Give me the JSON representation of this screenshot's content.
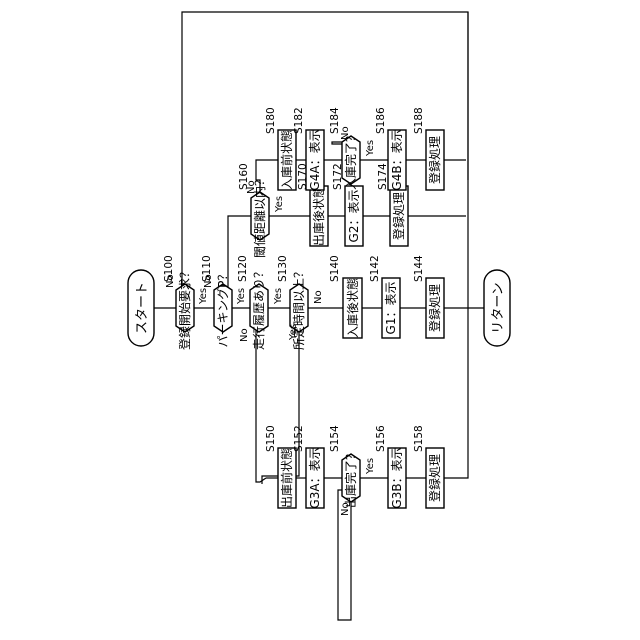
{
  "terminals": {
    "start": "スタート",
    "return": "リターン"
  },
  "steps": {
    "s100": {
      "id": "S100",
      "label": "登録開始要求？"
    },
    "s110": {
      "id": "S110",
      "label": "パーキングP？"
    },
    "s120": {
      "id": "S120",
      "label": "走行履歴あり？"
    },
    "s130": {
      "id": "S130",
      "label": "所定時間以上？"
    },
    "s140": {
      "id": "S140",
      "label": "入庫後状態"
    },
    "s142": {
      "id": "S142",
      "label": "G1：表示"
    },
    "s144": {
      "id": "S144",
      "label": "登録処理"
    },
    "s150": {
      "id": "S150",
      "label": "出庫前状態"
    },
    "s152": {
      "id": "S152",
      "label": "G3A：表示"
    },
    "s154": {
      "id": "S154",
      "label": "出庫完了？"
    },
    "s156": {
      "id": "S156",
      "label": "G3B：表示"
    },
    "s158": {
      "id": "S158",
      "label": "登録処理"
    },
    "s160": {
      "id": "S160",
      "label": "閾値距離以内？"
    },
    "s170": {
      "id": "S170",
      "label": "出庫後状態"
    },
    "s172": {
      "id": "S172",
      "label": "G2：表示"
    },
    "s174": {
      "id": "S174",
      "label": "登録処理"
    },
    "s180": {
      "id": "S180",
      "label": "入庫前状態"
    },
    "s182": {
      "id": "S182",
      "label": "G4A：表示"
    },
    "s184": {
      "id": "S184",
      "label": "入庫完了？"
    },
    "s186": {
      "id": "S186",
      "label": "G4B：表示"
    },
    "s188": {
      "id": "S188",
      "label": "登録処理"
    }
  },
  "branches": {
    "yes": "Yes",
    "no": "No"
  }
}
